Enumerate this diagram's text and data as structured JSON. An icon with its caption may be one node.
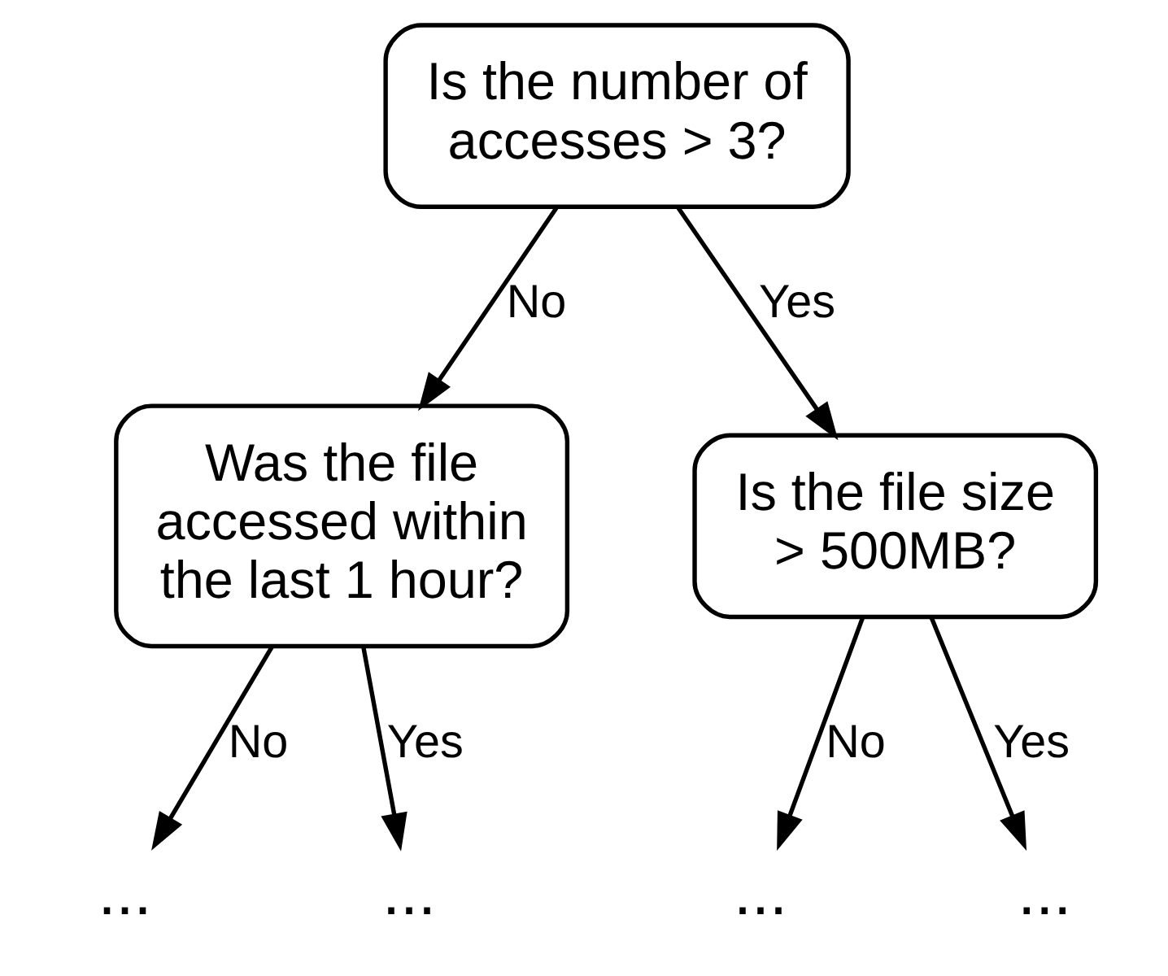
{
  "diagram": {
    "nodes": [
      {
        "text": [
          "Is the number of accesses > 3?"
        ]
      },
      {
        "text": [
          "Was the file accessed within the last 1 hour?"
        ]
      },
      {
        "text": [
          "Is the file size > 500MB?"
        ]
      },
      {
        "text": [
          "..."
        ]
      },
      {
        "text": [
          "..."
        ]
      },
      {
        "text": [
          "..."
        ]
      },
      {
        "text": [
          "..."
        ]
      }
    ],
    "edges": [
      {
        "from": 0,
        "to": 1,
        "arrow": "to",
        "label": "No"
      },
      {
        "from": 0,
        "to": 2,
        "arrow": "to",
        "label": "Yes"
      },
      {
        "from": 1,
        "to": 3,
        "arrow": "to",
        "label": "No"
      },
      {
        "from": 1,
        "to": 4,
        "arrow": "to",
        "label": "Yes"
      },
      {
        "from": 2,
        "to": 5,
        "arrow": "to",
        "label": "No"
      },
      {
        "from": 2,
        "to": 6,
        "arrow": "to",
        "label": "Yes"
      }
    ]
  }
}
